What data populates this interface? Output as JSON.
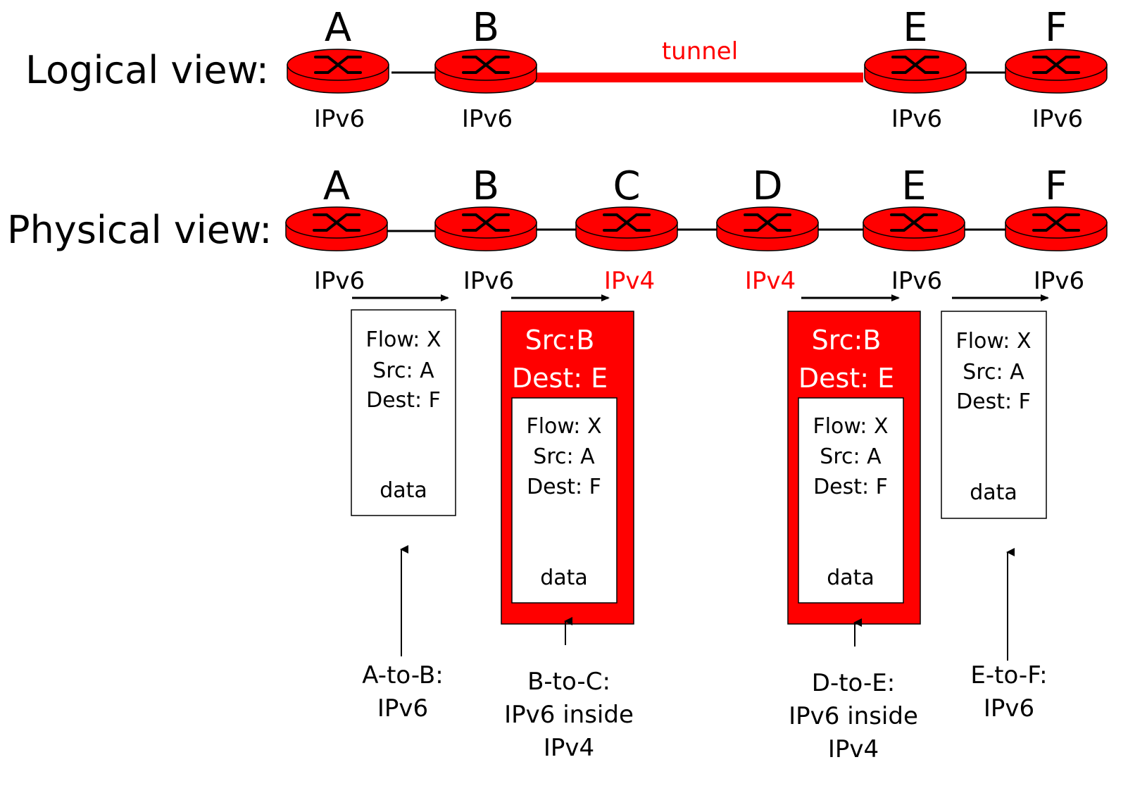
{
  "logical": {
    "label": "Logical view:",
    "tunnel_label": "tunnel",
    "routers": [
      {
        "letter": "A",
        "proto": "IPv6"
      },
      {
        "letter": "B",
        "proto": "IPv6"
      },
      {
        "letter": "E",
        "proto": "IPv6"
      },
      {
        "letter": "F",
        "proto": "IPv6"
      }
    ]
  },
  "physical": {
    "label": "Physical view:",
    "routers": [
      {
        "letter": "A",
        "proto": "IPv6",
        "proto_color": "#000000"
      },
      {
        "letter": "B",
        "proto": "IPv6",
        "proto_color": "#000000"
      },
      {
        "letter": "C",
        "proto": "IPv4",
        "proto_color": "#ff0000"
      },
      {
        "letter": "D",
        "proto": "IPv4",
        "proto_color": "#ff0000"
      },
      {
        "letter": "E",
        "proto": "IPv6",
        "proto_color": "#000000"
      },
      {
        "letter": "F",
        "proto": "IPv6",
        "proto_color": "#000000"
      }
    ]
  },
  "packets": [
    {
      "outer": null,
      "inner": {
        "flow": "Flow: X",
        "src": "Src: A",
        "dest": "Dest: F",
        "data": "data"
      },
      "caption": [
        "A-to-B:",
        "IPv6"
      ]
    },
    {
      "outer": {
        "src": "Src:B",
        "dest": "Dest: E"
      },
      "inner": {
        "flow": "Flow: X",
        "src": "Src: A",
        "dest": "Dest: F",
        "data": "data"
      },
      "caption": [
        "B-to-C:",
        "IPv6 inside",
        "IPv4"
      ]
    },
    {
      "outer": {
        "src": "Src:B",
        "dest": "Dest: E"
      },
      "inner": {
        "flow": "Flow: X",
        "src": "Src: A",
        "dest": "Dest: F",
        "data": "data"
      },
      "caption": [
        "D-to-E:",
        "IPv6 inside",
        "IPv4"
      ]
    },
    {
      "outer": null,
      "inner": {
        "flow": "Flow: X",
        "src": "Src: A",
        "dest": "Dest: F",
        "data": "data"
      },
      "caption": [
        "E-to-F:",
        "IPv6"
      ]
    }
  ],
  "colors": {
    "router_fill": "#ff0000",
    "tunnel_line": "#ff0000",
    "encapsulation_fill": "#ff0000",
    "ipv4_label": "#ff0000"
  },
  "icons": {
    "router": "router-icon",
    "arrow": "arrow-right-icon"
  }
}
